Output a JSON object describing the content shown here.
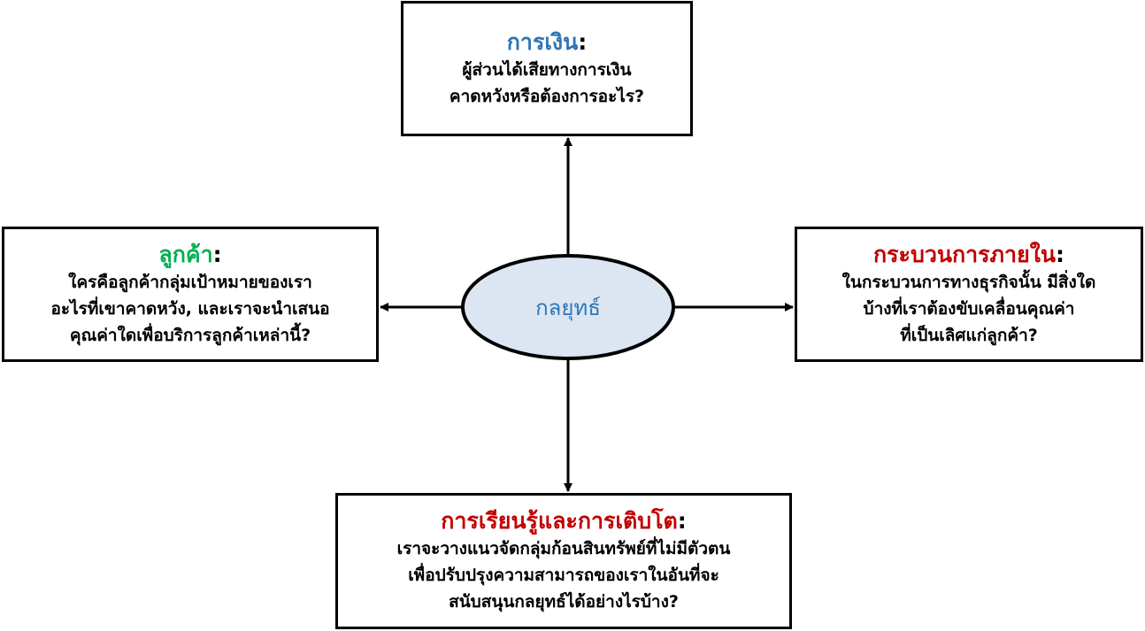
{
  "colors": {
    "financial_title": "#2e75b6",
    "customer_title": "#00b050",
    "internal_title": "#c00000",
    "learning_title": "#c00000",
    "center_text": "#2e75b6",
    "center_fill": "#dce6f2",
    "border": "#000000"
  },
  "center": {
    "label": "กลยุทธ์"
  },
  "financial": {
    "title": "การเงิน",
    "colon": ":",
    "lines": [
      "ผู้ส่วนได้เสียทางการเงิน",
      "คาดหวังหรือต้องการอะไร?"
    ]
  },
  "customer": {
    "title": "ลูกค้า",
    "colon": ":",
    "lines": [
      "ใครคือลูกค้ากลุ่มเป้าหมายของเรา",
      "อะไรที่เขาคาดหวัง, และเราจะนำเสนอ",
      "คุณค่าใดเพื่อบริการลูกค้าเหล่านี้?"
    ]
  },
  "internal": {
    "title": "กระบวนการภายใน",
    "colon": ":",
    "lines": [
      "ในกระบวนการทางธุรกิจนั้น มีสิ่งใด",
      "บ้างที่เราต้องขับเคลื่อนคุณค่า",
      "ที่เป็นเลิศแก่ลูกค้า?"
    ]
  },
  "learning": {
    "title": "การเรียนรู้และการเติบโต",
    "colon": ":",
    "lines": [
      "เราจะวางแนวจัดกลุ่มก้อนสินทรัพย์ที่ไม่มีตัวตน",
      "เพื่อปรับปรุงความสามารถของเราในอันที่จะ",
      "สนับสนุนกลยุทธ์ได้อย่างไรบ้าง?"
    ]
  }
}
